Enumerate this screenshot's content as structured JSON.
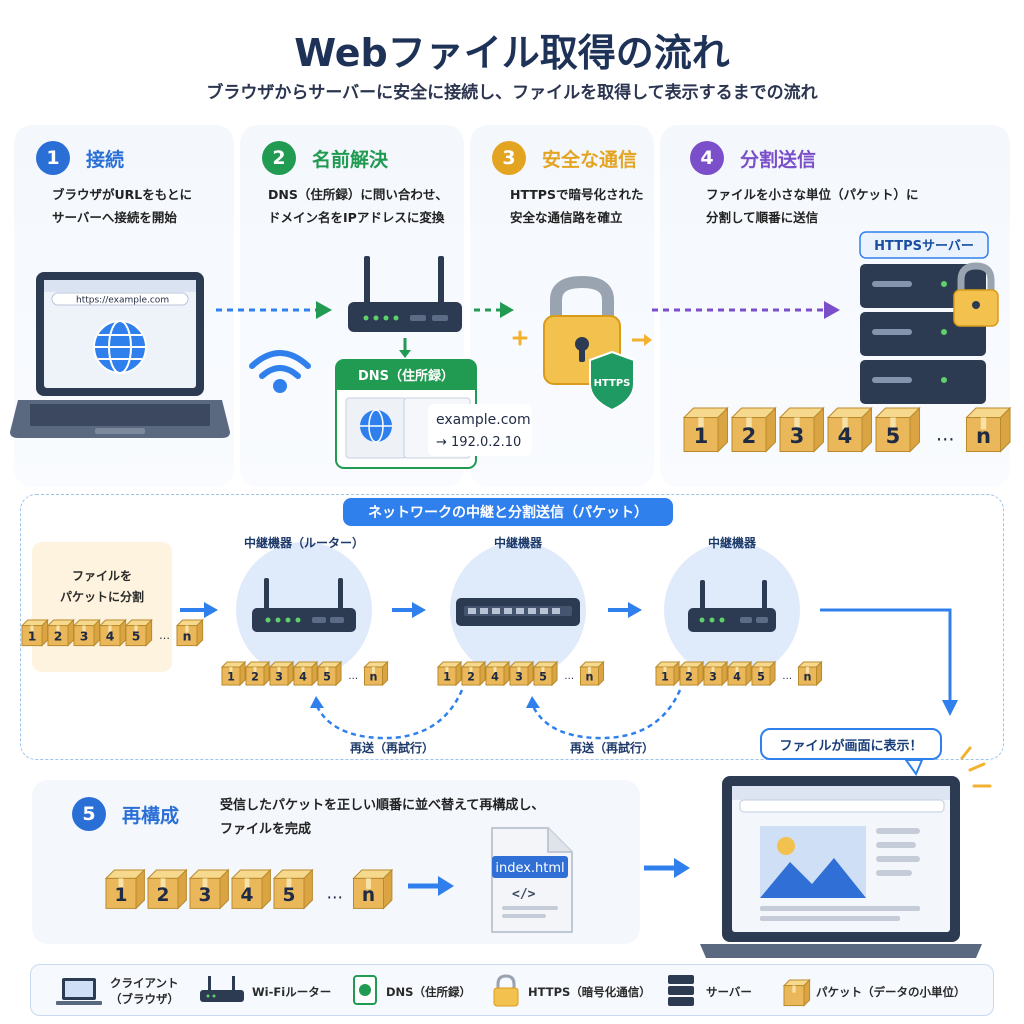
{
  "title": "Webファイル取得の流れ",
  "subtitle": "ブラウザからサーバーに安全に接続し、ファイルを取得して表示するまでの流れ",
  "steps": [
    {
      "num": "1",
      "title": "接続",
      "desc1": "ブラウザがURLをもとに",
      "desc2": "サーバーへ接続を開始",
      "color": "#2a6fd6"
    },
    {
      "num": "2",
      "title": "名前解決",
      "desc1": "DNS（住所録）に問い合わせ、",
      "desc2": "ドメイン名をIPアドレスに変換",
      "color": "#219a52"
    },
    {
      "num": "3",
      "title": "安全な通信",
      "desc1": "HTTPSで暗号化された",
      "desc2": "安全な通信路を確立",
      "color": "#e3a422"
    },
    {
      "num": "4",
      "title": "分割送信",
      "desc1": "ファイルを小さな単位（パケット）に",
      "desc2": "分割して順番に送信",
      "color": "#7b4fc9"
    }
  ],
  "browser": {
    "url": "https://example.com"
  },
  "dns": {
    "label": "DNS（住所録）",
    "domain": "example.com",
    "ip": "→ 192.0.2.10"
  },
  "lock": {
    "badge": "HTTPS"
  },
  "server": {
    "label": "HTTPSサーバー"
  },
  "packets": {
    "labels": [
      "1",
      "2",
      "3",
      "4",
      "5",
      "n"
    ],
    "ellipsis": "…",
    "reorder": [
      "1",
      "2",
      "4",
      "3",
      "5",
      "n"
    ]
  },
  "network": {
    "title": "ネットワークの中継と分割送信（パケット）",
    "split_line1": "ファイルを",
    "split_line2": "パケットに分割",
    "node1": "中継機器（ルーター）",
    "node2": "中継機器",
    "node3": "中継機器",
    "resend": "再送（再試行）"
  },
  "step5": {
    "num": "5",
    "title": "再構成",
    "desc1": "受信したパケットを正しい順番に並べ替えて再構成し、",
    "desc2": "ファイルを完成",
    "color": "#2a6fd6"
  },
  "file": {
    "name": "index.html",
    "code": "</>"
  },
  "display": {
    "callout": "ファイルが画面に表示！"
  },
  "legend": [
    {
      "label1": "クライアント",
      "label2": "（ブラウザ）",
      "icon": "laptop-icon"
    },
    {
      "label1": "Wi-Fiルーター",
      "label2": "",
      "icon": "router-icon"
    },
    {
      "label1": "DNS（住所録）",
      "label2": "",
      "icon": "dns-book-icon"
    },
    {
      "label1": "HTTPS（暗号化通信）",
      "label2": "",
      "icon": "lock-icon"
    },
    {
      "label1": "サーバー",
      "label2": "",
      "icon": "server-icon"
    },
    {
      "label1": "パケット（データの小単位）",
      "label2": "",
      "icon": "packet-icon"
    }
  ],
  "colors": {
    "blue": "#2f80ed",
    "green": "#219a52",
    "purple": "#7b4fc9",
    "gold": "#f2c14e",
    "navy": "#2c3a52"
  }
}
